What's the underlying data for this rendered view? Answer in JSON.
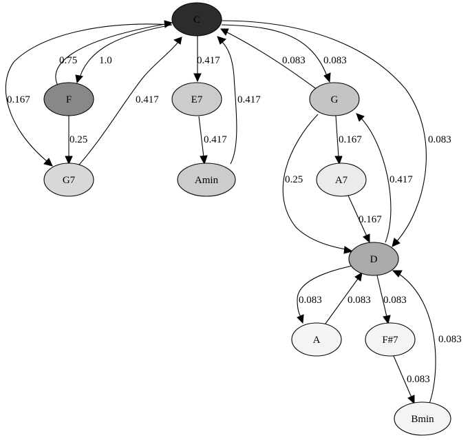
{
  "nodes": {
    "C": {
      "label": "C",
      "fill": "#2c2c2c"
    },
    "F": {
      "label": "F",
      "fill": "#888888"
    },
    "E7": {
      "label": "E7",
      "fill": "#cccccc"
    },
    "G": {
      "label": "G",
      "fill": "#c4c4c4"
    },
    "G7": {
      "label": "G7",
      "fill": "#d8d8d8"
    },
    "Amin": {
      "label": "Amin",
      "fill": "#cccccc"
    },
    "A7": {
      "label": "A7",
      "fill": "#ebebeb"
    },
    "D": {
      "label": "D",
      "fill": "#aaaaaa"
    },
    "A": {
      "label": "A",
      "fill": "#f4f4f4"
    },
    "F7": {
      "label": "F#7",
      "fill": "#f4f4f4"
    },
    "Bmin": {
      "label": "Bmin",
      "fill": "#f4f4f4"
    }
  },
  "edges": {
    "F_C": {
      "from": "F",
      "to": "C",
      "label": "0.75"
    },
    "C_F": {
      "from": "C",
      "to": "F",
      "label": "1.0"
    },
    "C_G7": {
      "from": "C",
      "to": "G7",
      "label": "0.167"
    },
    "G7_C": {
      "from": "G7",
      "to": "C",
      "label": "0.417"
    },
    "C_E7": {
      "from": "C",
      "to": "E7",
      "label": "0.417"
    },
    "Amin_C": {
      "from": "Amin",
      "to": "C",
      "label": "0.417"
    },
    "G_C": {
      "from": "G",
      "to": "C",
      "label": "0.083"
    },
    "C_G": {
      "from": "C",
      "to": "G",
      "label": "0.083"
    },
    "C_D": {
      "from": "C",
      "to": "D",
      "label": "0.083"
    },
    "F_G7": {
      "from": "F",
      "to": "G7",
      "label": "0.25"
    },
    "E7_Amin": {
      "from": "E7",
      "to": "Amin",
      "label": "0.417"
    },
    "G_A7": {
      "from": "G",
      "to": "A7",
      "label": "0.167"
    },
    "G_D": {
      "from": "G",
      "to": "D",
      "label": "0.25"
    },
    "D_G": {
      "from": "D",
      "to": "G",
      "label": "0.417"
    },
    "A7_D": {
      "from": "A7",
      "to": "D",
      "label": "0.167"
    },
    "D_A": {
      "from": "D",
      "to": "A",
      "label": "0.083"
    },
    "A_D": {
      "from": "A",
      "to": "D",
      "label": "0.083"
    },
    "D_F7": {
      "from": "D",
      "to": "F7",
      "label": "0.083"
    },
    "Bmin_D": {
      "from": "Bmin",
      "to": "D",
      "label": "0.083"
    },
    "F7_Bmin": {
      "from": "F7",
      "to": "Bmin",
      "label": "0.083"
    }
  }
}
